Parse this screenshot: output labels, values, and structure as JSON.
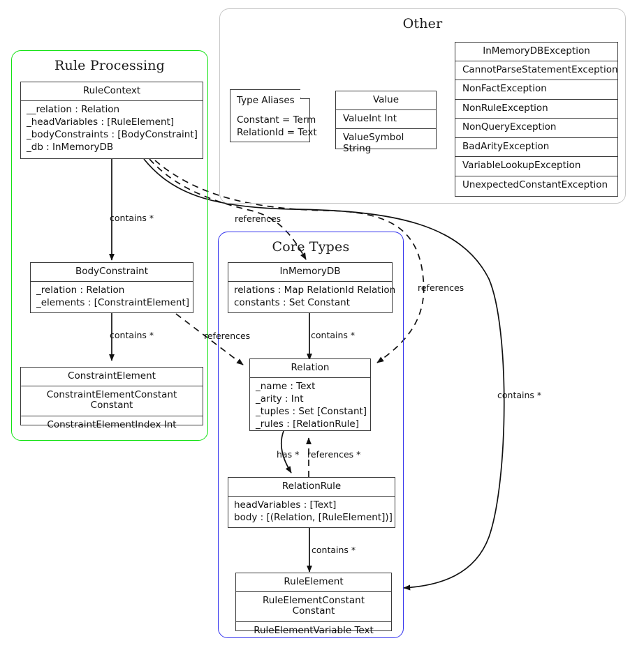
{
  "packages": {
    "rule_processing": {
      "title": "Rule Processing",
      "color": "#14e214"
    },
    "core_types": {
      "title": "Core Types",
      "color": "#3333ee"
    },
    "other": {
      "title": "Other",
      "color": "#c8c8c8"
    }
  },
  "classes": {
    "rule_context": {
      "name": "RuleContext",
      "attributes": [
        "__relation : Relation",
        "_headVariables : [RuleElement]",
        "_bodyConstraints : [BodyConstraint]",
        "_db : InMemoryDB"
      ]
    },
    "body_constraint": {
      "name": "BodyConstraint",
      "attributes": [
        "_relation : Relation",
        "_elements : [ConstraintElement]"
      ]
    },
    "constraint_element": {
      "name": "ConstraintElement",
      "variants": [
        "ConstraintElementConstant Constant",
        "ConstraintElementIndex Int"
      ]
    },
    "in_memory_db": {
      "name": "InMemoryDB",
      "attributes": [
        "relations : Map RelationId Relation",
        "constants : Set Constant"
      ]
    },
    "relation": {
      "name": "Relation",
      "attributes": [
        "_name : Text",
        "_arity : Int",
        "_tuples : Set [Constant]",
        "_rules : [RelationRule]"
      ]
    },
    "relation_rule": {
      "name": "RelationRule",
      "attributes": [
        "headVariables : [Text]",
        "body : [(Relation, [RuleElement])]"
      ]
    },
    "rule_element": {
      "name": "RuleElement",
      "variants": [
        "RuleElementConstant Constant",
        "RuleElementVariable Text"
      ]
    },
    "value": {
      "name": "Value",
      "variants": [
        "ValueInt Int",
        "ValueSymbol String"
      ]
    },
    "exceptions": {
      "name": "InMemoryDBException",
      "variants": [
        "CannotParseStatementException",
        "NonFactException",
        "NonRuleException",
        "NonQueryException",
        "BadArityException",
        "VariableLookupException",
        "UnexpectedConstantException"
      ]
    }
  },
  "note": {
    "title": "Type Aliases",
    "lines": [
      "Constant = Term",
      "RelationId = Text"
    ]
  },
  "edge_labels": {
    "rule_context_body_constraint": "contains *",
    "rule_context_in_memory_db": "references",
    "body_constraint_constraint_element": "contains *",
    "body_constraint_relation": "references",
    "in_memory_db_relation": "contains *",
    "rule_context_relation": "references",
    "relation_relation_rule_has": "has *",
    "relation_rule_relation_references": "references *",
    "relation_rule_rule_element": "contains *",
    "rule_context_rule_element": "contains *"
  }
}
